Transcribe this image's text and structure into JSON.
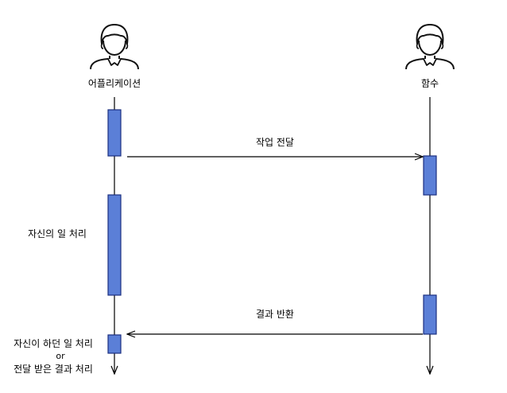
{
  "actors": {
    "left": {
      "label": "어플리케이션",
      "icon": "person-icon"
    },
    "right": {
      "label": "함수",
      "icon": "person-icon"
    }
  },
  "messages": {
    "request": {
      "label": "작업 전달"
    },
    "response": {
      "label": "결과 반환"
    }
  },
  "notes": {
    "own_work": "자신의 일 처리",
    "final_line1": "자신이 하던 일 처리",
    "final_line2": "or",
    "final_line3": "전달 받은 결과 처리"
  },
  "colors": {
    "activation_fill": "#5b7fd7",
    "activation_stroke": "#1c2f80",
    "line": "#000000"
  }
}
